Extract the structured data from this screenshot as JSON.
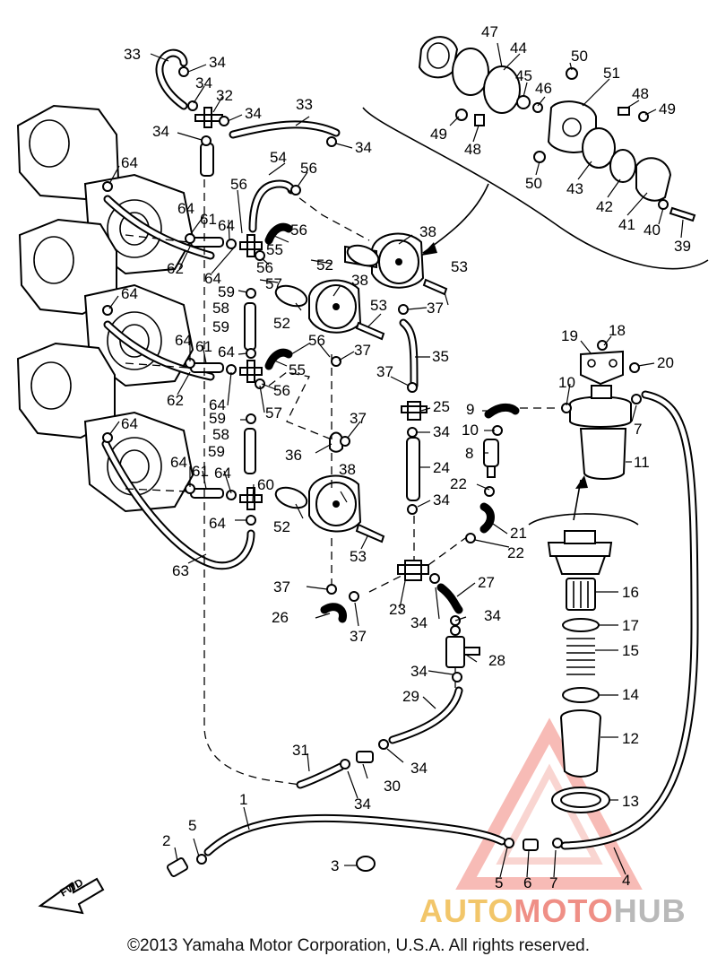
{
  "copyright": "©2013 Yamaha Motor Corporation, U.S.A. All rights reserved.",
  "watermark": {
    "part1": "AUTO",
    "part2": "MOTO",
    "part3": "HUB"
  },
  "fwd_label": "FWD",
  "callouts": {
    "n1": "1",
    "n2": "2",
    "n3": "3",
    "n4": "4",
    "n5": "5",
    "n5b": "5",
    "n6": "6",
    "n7": "7",
    "n7b": "7",
    "n8": "8",
    "n9": "9",
    "n10": "10",
    "n10b": "10",
    "n11": "11",
    "n12": "12",
    "n13": "13",
    "n14": "14",
    "n15": "15",
    "n16": "16",
    "n17": "17",
    "n18": "18",
    "n19": "19",
    "n20": "20",
    "n21": "21",
    "n22": "22",
    "n22b": "22",
    "n23": "23",
    "n24": "24",
    "n25": "25",
    "n26": "26",
    "n27": "27",
    "n28": "28",
    "n29": "29",
    "n30": "30",
    "n31": "31",
    "n32": "32",
    "n33": "33",
    "n33b": "33",
    "n34a": "34",
    "n34b": "34",
    "n34c": "34",
    "n34d": "34",
    "n34e": "34",
    "n34f": "34",
    "n34g": "34",
    "n34h": "34",
    "n34i": "34",
    "n34j": "34",
    "n34k": "34",
    "n34l": "34",
    "n35": "35",
    "n36": "36",
    "n37a": "37",
    "n37b": "37",
    "n37c": "37",
    "n37d": "37",
    "n37e": "37",
    "n38a": "38",
    "n38b": "38",
    "n38c": "38",
    "n39": "39",
    "n40": "40",
    "n41": "41",
    "n42": "42",
    "n43": "43",
    "n44": "44",
    "n45": "45",
    "n46": "46",
    "n47": "47",
    "n48a": "48",
    "n48b": "48",
    "n49a": "49",
    "n49b": "49",
    "n50a": "50",
    "n50b": "50",
    "n51": "51",
    "n52a": "52",
    "n52b": "52",
    "n52c": "52",
    "n53a": "53",
    "n53b": "53",
    "n53c": "53",
    "n54": "54",
    "n55a": "55",
    "n55b": "55",
    "n56a": "56",
    "n56b": "56",
    "n56c": "56",
    "n56d": "56",
    "n56e": "56",
    "n56f": "56",
    "n57a": "57",
    "n57b": "57",
    "n58a": "58",
    "n58b": "58",
    "n59a": "59",
    "n59b": "59",
    "n59c": "59",
    "n59d": "59",
    "n60": "60",
    "n61a": "61",
    "n61b": "61",
    "n61c": "61",
    "n62a": "62",
    "n62b": "62",
    "n63": "63",
    "n64a": "64",
    "n64b": "64",
    "n64c": "64",
    "n64d": "64",
    "n64e": "64",
    "n64f": "64",
    "n64g": "64",
    "n64h": "64",
    "n64i": "64",
    "n64j": "64",
    "n64k": "64",
    "n64l": "64"
  }
}
